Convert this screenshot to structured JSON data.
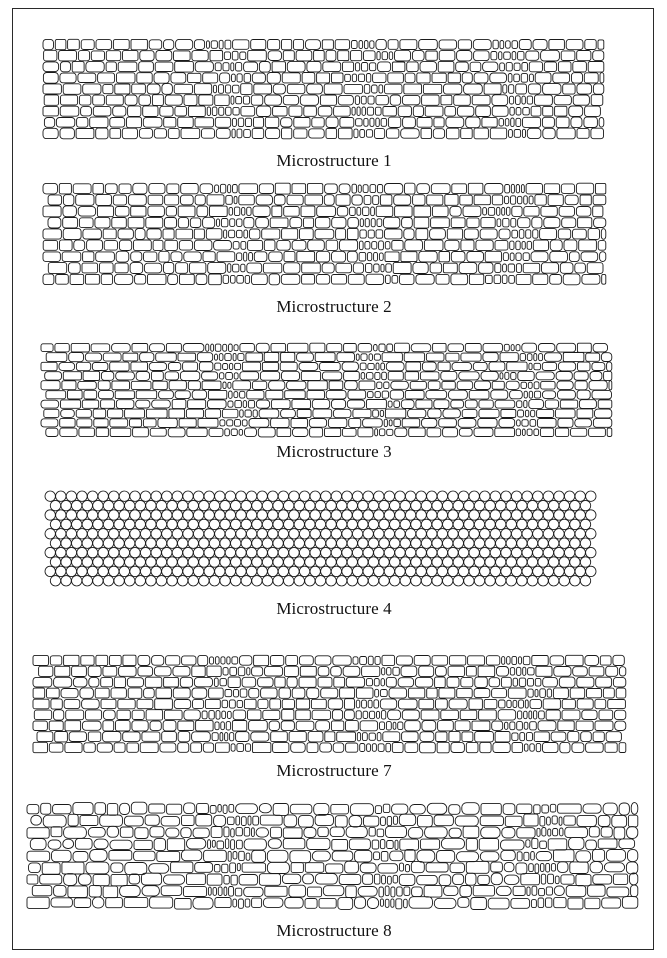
{
  "figure": {
    "panels": [
      {
        "id": "p1",
        "caption": "Microstructure 1",
        "style": "blocks",
        "seed": 11
      },
      {
        "id": "p2",
        "caption": "Microstructure 2",
        "style": "blocks",
        "seed": 23
      },
      {
        "id": "p3",
        "caption": "Microstructure 3",
        "style": "blocks-flat",
        "seed": 37
      },
      {
        "id": "p4",
        "caption": "Microstructure 4",
        "style": "circles",
        "seed": 41
      },
      {
        "id": "p5",
        "caption": "Microstructure 7",
        "style": "blocks",
        "seed": 53
      },
      {
        "id": "p6",
        "caption": "Microstructure 8",
        "style": "blocks-irregular",
        "seed": 67
      }
    ]
  }
}
